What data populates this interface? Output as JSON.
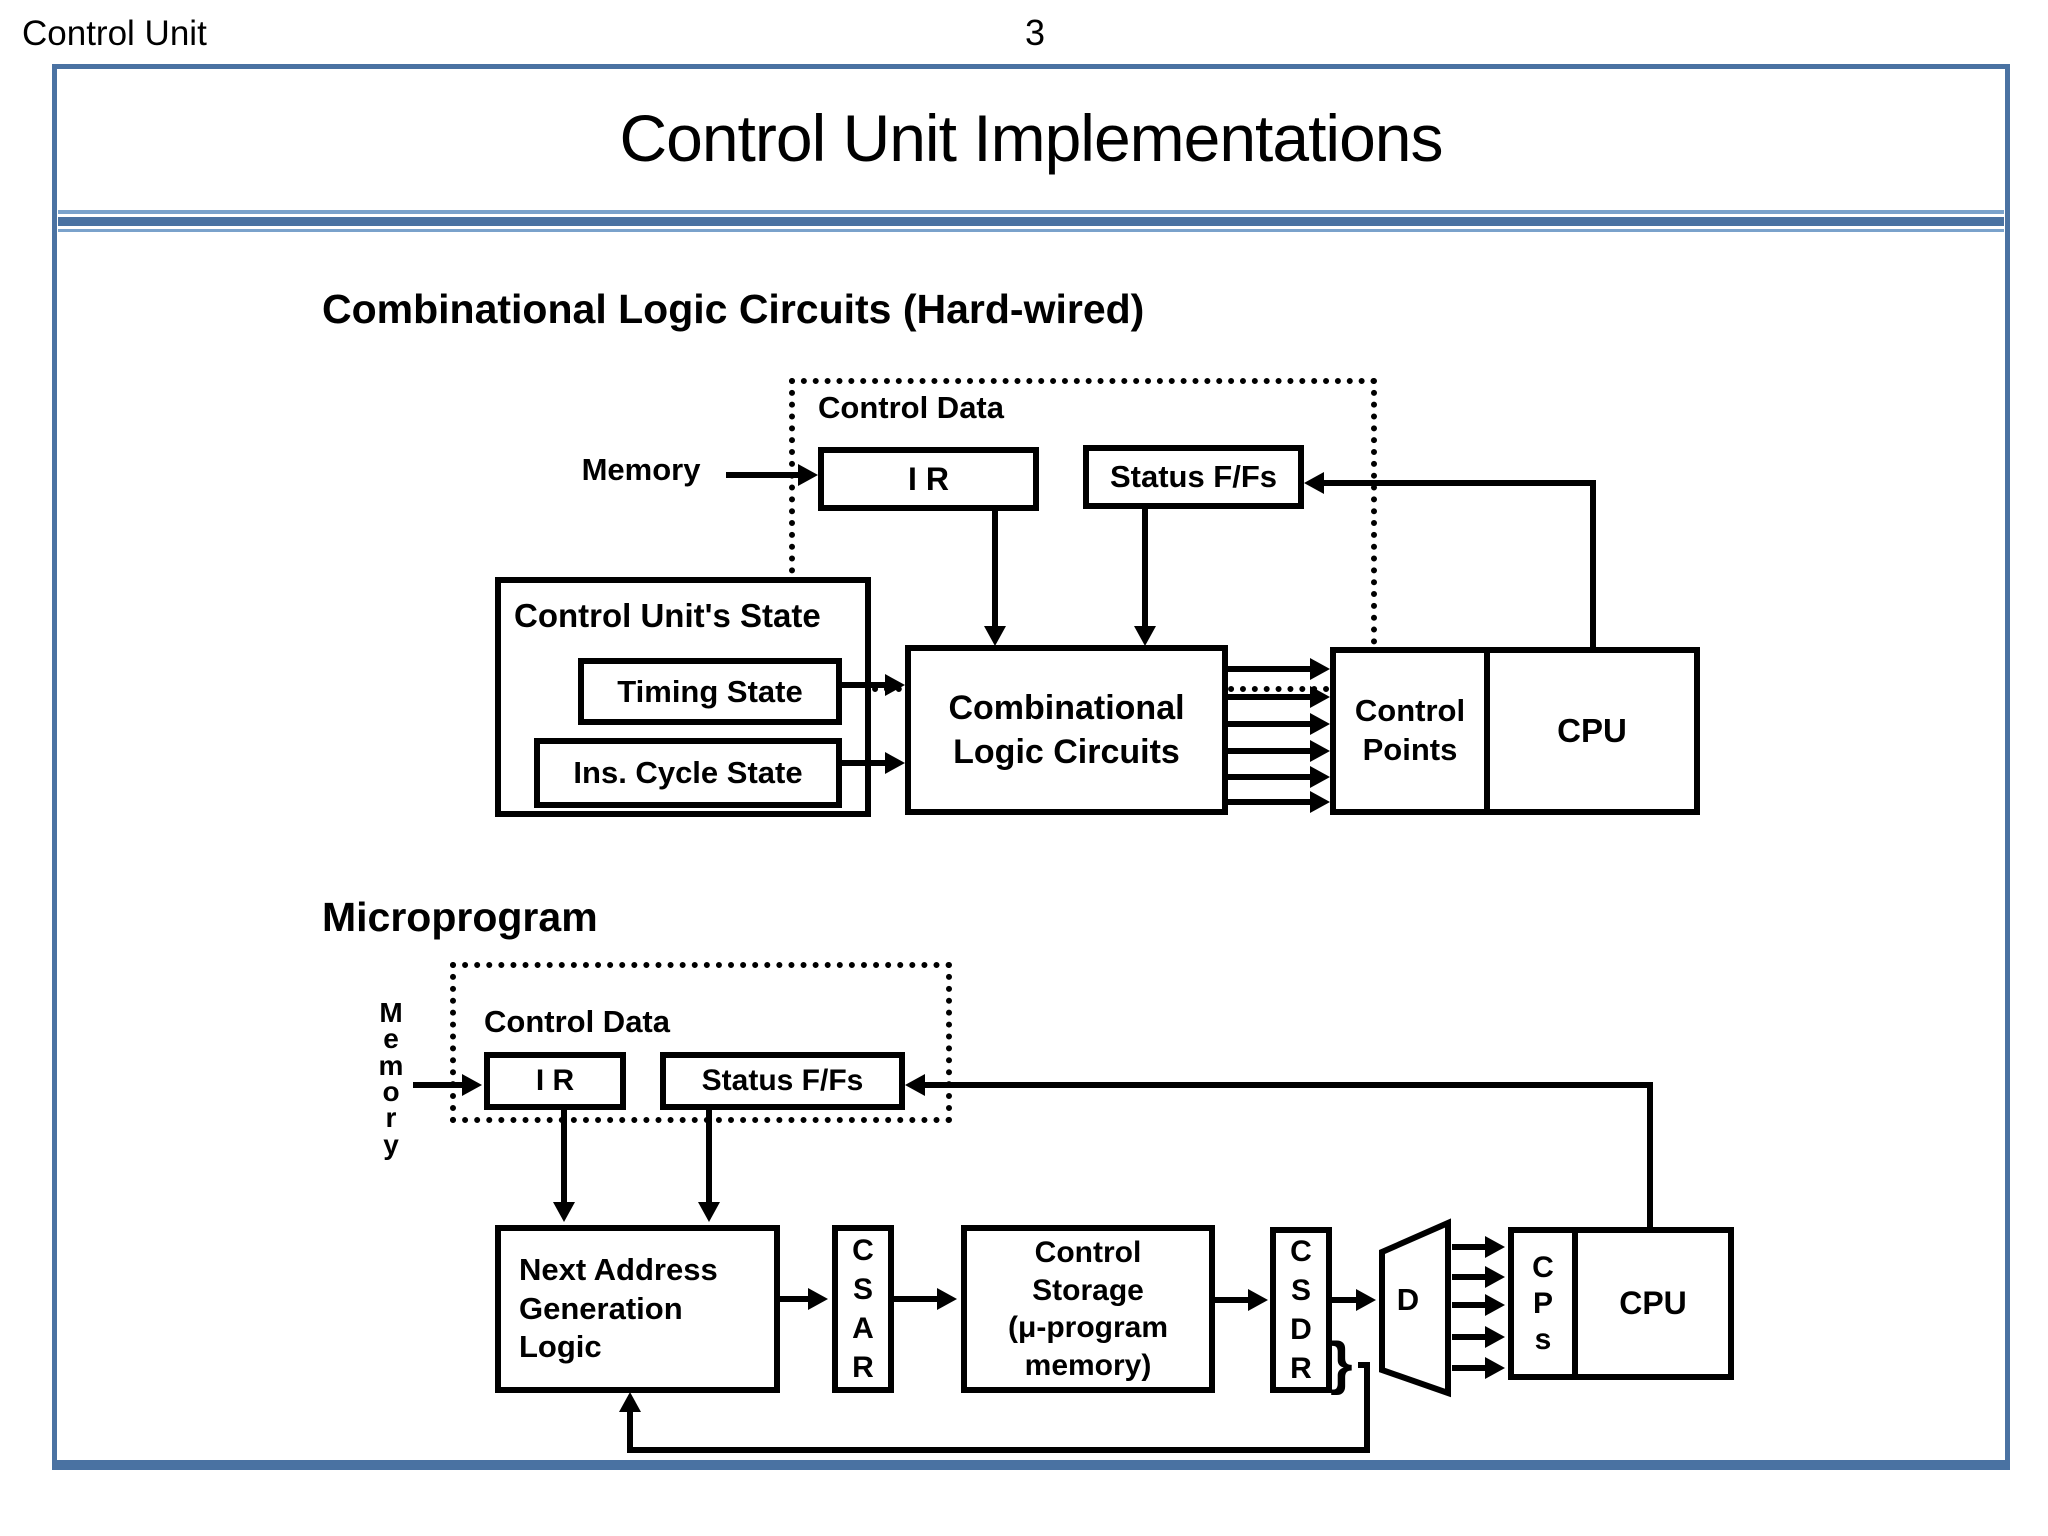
{
  "page": {
    "header_left": "Control Unit",
    "page_number": "3",
    "title": "Control Unit Implementations"
  },
  "colors": {
    "accent_border": "#4a72a2",
    "accent_light": "#7aa2cb",
    "diagram_ink": "#000000"
  },
  "hardwired": {
    "heading": "Combinational Logic Circuits (Hard-wired)",
    "control_data_label": "Control Data",
    "memory_label": "Memory",
    "ir_label": "I R",
    "status_label": "Status F/Fs",
    "cus_label": "Control Unit's State",
    "timing_label": "Timing State",
    "ins_label": "Ins. Cycle State",
    "clc_label": "Combinational\nLogic Circuits",
    "control_points_label": "Control\nPoints",
    "cpu_label": "CPU"
  },
  "microprogram": {
    "heading": "Microprogram",
    "control_data_label": "Control Data",
    "memory_label": "M\ne\nm\no\nr\ny",
    "ir_label": "I R",
    "status_label": "Status F/Fs",
    "nagl_label": "Next Address\nGeneration\nLogic",
    "csar_label": "C\nS\nA\nR",
    "cs_label": "Control\nStorage\n(μ-program\nmemory)",
    "csdr_label": "C\nS\nD\nR",
    "decoder_label": "D",
    "brace_label": "}",
    "cps_label": "C\nP\ns",
    "cpu_label": "CPU"
  }
}
